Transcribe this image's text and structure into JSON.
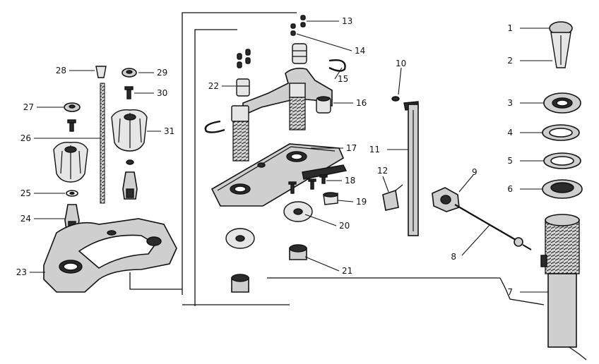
{
  "labels": {
    "p1": "1",
    "p2": "2",
    "p3": "3",
    "p4": "4",
    "p5": "5",
    "p6": "6",
    "p7": "7",
    "p8": "8",
    "p9": "9",
    "p10": "10",
    "p11": "11",
    "p12": "12",
    "p13": "13",
    "p14": "14",
    "p15": "15",
    "p16": "16",
    "p17": "17",
    "p18": "18",
    "p19": "19",
    "p20": "20",
    "p21": "21",
    "p22": "22",
    "p23": "23",
    "p24": "24",
    "p25": "25",
    "p26": "26",
    "p27": "27",
    "p28": "28",
    "p29": "29",
    "p30": "30",
    "p31": "31"
  }
}
